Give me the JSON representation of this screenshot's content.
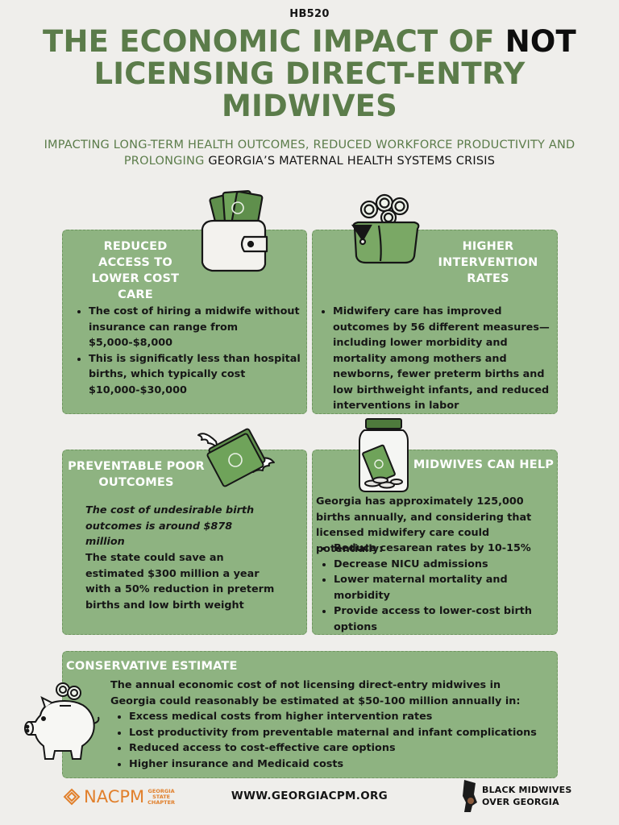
{
  "bill": "HB520",
  "title": {
    "line1_prefix": "THE ECONOMIC IMPACT OF ",
    "line1_emphasis": "NOT",
    "line2": "LICENSING DIRECT-ENTRY",
    "line3": "MIDWIVES"
  },
  "subtitle": {
    "green_part": "IMPACTING LONG-TERM HEALTH OUTCOMES, REDUCED WORKFORCE PRODUCTIVITY AND PROLONGING ",
    "dark_part": "GEORGIA’S MATERNAL HEALTH SYSTEMS CRISIS"
  },
  "cards": {
    "cost": {
      "title_lines": [
        "REDUCED",
        "ACCESS TO",
        "LOWER COST",
        "CARE"
      ],
      "bullets": [
        "The cost of hiring a midwife without insurance can range from $5,000-$8,000",
        "This is significatly less than hospital births, which typically cost $10,000-$30,000"
      ]
    },
    "intervention": {
      "title_lines": [
        "HIGHER",
        "INTERVENTION",
        "RATES"
      ],
      "bullets": [
        "Midwifery care has improved outcomes by 56 different measures—including lower morbidity and mortality among mothers and newborns, fewer preterm births and low birthweight infants, and reduced interventions in labor"
      ]
    },
    "outcomes": {
      "title_lines": [
        "PREVENTABLE POOR",
        "OUTCOMES"
      ],
      "italic_text": "The cost of undesirable birth outcomes is around $878 million",
      "text": "The state could save an estimated $300 million a year with a 50% reduction in preterm births and low birth weight"
    },
    "help": {
      "title": "MIDWIVES CAN HELP",
      "intro": "Georgia has approximately 125,000 births annually, and considering that licensed midwifery care could potentially:",
      "bullets": [
        "Reduce cesarean rates by 10-15%",
        "Decrease NICU admissions",
        "Lower maternal mortality and morbidity",
        "Provide access to lower-cost birth options"
      ]
    },
    "estimate": {
      "title": "CONSERVATIVE ESTIMATE",
      "intro": "The annual economic cost of not licensing direct-entry midwives in Georgia could reasonably be estimated at $50-100 million annually in:",
      "bullets": [
        "Excess medical costs from higher intervention rates",
        "Lost productivity from preventable maternal and infant complications",
        "Reduced access to cost-effective care options",
        "Higher insurance and Medicaid costs"
      ]
    }
  },
  "footer": {
    "url": "WWW.GEORGIACPM.ORG",
    "nacpm": "NACPM",
    "nacpm_sub": [
      "GEORGIA",
      "STATE",
      "CHAPTER"
    ],
    "bmog": [
      "BLACK MIDWIVES",
      "OVER GEORGIA"
    ]
  },
  "colors": {
    "background": "#efeeeb",
    "accent_green": "#5b7c4a",
    "card_green": "#8eb381",
    "orange": "#e1802c"
  },
  "icons": [
    "wallet-cash-icon",
    "coin-purse-icon",
    "flying-money-icon",
    "money-jar-icon",
    "piggy-bank-icon",
    "nacpm-logo-icon",
    "bmog-logo-icon"
  ]
}
